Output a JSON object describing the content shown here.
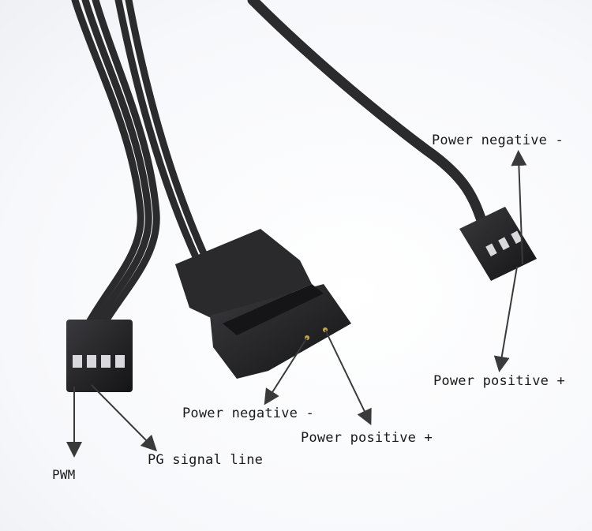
{
  "labels": {
    "power_negative_right": "Power negative -",
    "power_positive_right": "Power positive +",
    "power_negative_center": "Power negative -",
    "power_positive_center": "Power positive +",
    "pg_signal": "PG signal line",
    "pwm": "PWM"
  },
  "colors": {
    "cable": "#2b2b2e",
    "connector": "#1f1f22",
    "arrow": "#3a3a3a",
    "background": "#f7f8fb"
  }
}
